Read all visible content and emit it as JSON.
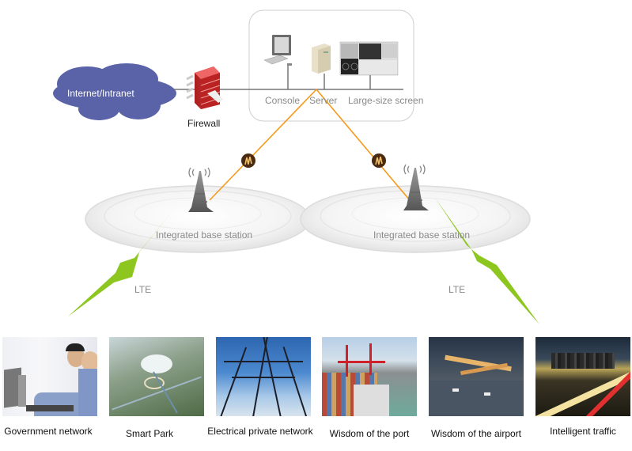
{
  "network": {
    "cloud": {
      "label": "Internet/Intranet",
      "color": "#5a63a8",
      "icon": "cloud-icon"
    },
    "firewall": {
      "label": "Firewall",
      "color": "#c62828",
      "icon": "firewall-icon"
    },
    "control_center": {
      "devices": [
        {
          "label": "Console",
          "icon": "computer-icon"
        },
        {
          "label": "Server",
          "icon": "server-icon"
        },
        {
          "label": "Large-size screen",
          "icon": "monitor-wall-icon"
        }
      ]
    },
    "links": {
      "backhaul_color": "#f59a1c",
      "lte_color": "#8cc61e",
      "connector_icon": "link-node-icon"
    },
    "base_stations": [
      {
        "label": "Integrated base station",
        "icon": "cell-tower-icon"
      },
      {
        "label": "Integrated base station",
        "icon": "cell-tower-icon"
      }
    ],
    "radio_links": [
      {
        "label": "LTE",
        "icon": "lightning-icon"
      },
      {
        "label": "LTE",
        "icon": "lightning-icon"
      }
    ]
  },
  "applications": [
    {
      "label": "Government network",
      "image": "call-center-photo"
    },
    {
      "label": "Smart Park",
      "image": "aerial-city-photo"
    },
    {
      "label": "Electrical private network",
      "image": "power-tower-photo"
    },
    {
      "label": "Wisdom of the port",
      "image": "container-port-photo"
    },
    {
      "label": "Wisdom of the airport",
      "image": "airport-photo"
    },
    {
      "label": "Intelligent traffic",
      "image": "highway-night-photo"
    }
  ]
}
